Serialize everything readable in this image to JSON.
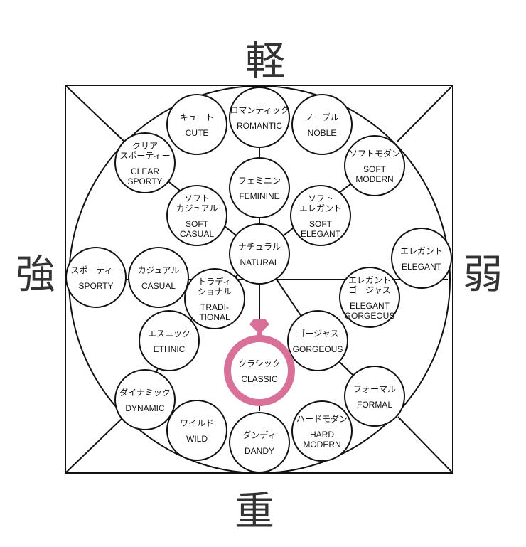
{
  "axis_labels": {
    "top": "軽",
    "bottom": "重",
    "left": "強",
    "right": "弱"
  },
  "nodes": [
    {
      "id": "cute",
      "jp": [
        "キュート"
      ],
      "en": [
        "CUTE"
      ]
    },
    {
      "id": "romantic",
      "jp": [
        "ロマンティック"
      ],
      "en": [
        "ROMANTIC"
      ]
    },
    {
      "id": "noble",
      "jp": [
        "ノーブル"
      ],
      "en": [
        "NOBLE"
      ]
    },
    {
      "id": "clear-sporty",
      "jp": [
        "クリア",
        "スポーティー"
      ],
      "en": [
        "CLEAR",
        "SPORTY"
      ]
    },
    {
      "id": "soft-modern",
      "jp": [
        "ソフトモダン"
      ],
      "en": [
        "SOFT",
        "MODERN"
      ]
    },
    {
      "id": "feminine",
      "jp": [
        "フェミニン"
      ],
      "en": [
        "FEMININE"
      ]
    },
    {
      "id": "soft-casual",
      "jp": [
        "ソフト",
        "カジュアル"
      ],
      "en": [
        "SOFT",
        "CASUAL"
      ]
    },
    {
      "id": "soft-elegant",
      "jp": [
        "ソフト",
        "エレガント"
      ],
      "en": [
        "SOFT",
        "ELEGANT"
      ]
    },
    {
      "id": "natural",
      "jp": [
        "ナチュラル"
      ],
      "en": [
        "NATURAL"
      ]
    },
    {
      "id": "elegant",
      "jp": [
        "エレガント"
      ],
      "en": [
        "ELEGANT"
      ]
    },
    {
      "id": "sporty",
      "jp": [
        "スポーティー"
      ],
      "en": [
        "SPORTY"
      ]
    },
    {
      "id": "casual",
      "jp": [
        "カジュアル"
      ],
      "en": [
        "CASUAL"
      ]
    },
    {
      "id": "traditional",
      "jp": [
        "トラディ",
        "ショナル"
      ],
      "en": [
        "TRADI-",
        "TIONAL"
      ]
    },
    {
      "id": "elegant-gorgeous",
      "jp": [
        "エレガント",
        "ゴージャス"
      ],
      "en": [
        "ELEGANT",
        "GORGEOUS"
      ]
    },
    {
      "id": "ethnic",
      "jp": [
        "エスニック"
      ],
      "en": [
        "ETHNIC"
      ]
    },
    {
      "id": "gorgeous",
      "jp": [
        "ゴージャス"
      ],
      "en": [
        "GORGEOUS"
      ]
    },
    {
      "id": "classic",
      "jp": [
        "クラシック"
      ],
      "en": [
        "CLASSIC"
      ],
      "highlight": true
    },
    {
      "id": "dynamic",
      "jp": [
        "ダイナミック"
      ],
      "en": [
        "DYNAMIC"
      ]
    },
    {
      "id": "formal",
      "jp": [
        "フォーマル"
      ],
      "en": [
        "FORMAL"
      ]
    },
    {
      "id": "wild",
      "jp": [
        "ワイルド"
      ],
      "en": [
        "WILD"
      ]
    },
    {
      "id": "dandy",
      "jp": [
        "ダンディ"
      ],
      "en": [
        "DANDY"
      ]
    },
    {
      "id": "hard-modern",
      "jp": [
        "ハードモダン"
      ],
      "en": [
        "HARD",
        "MODERN"
      ]
    }
  ],
  "colors": {
    "stroke": "#111111",
    "highlight": "#d9709a",
    "axis_text": "#333333"
  }
}
